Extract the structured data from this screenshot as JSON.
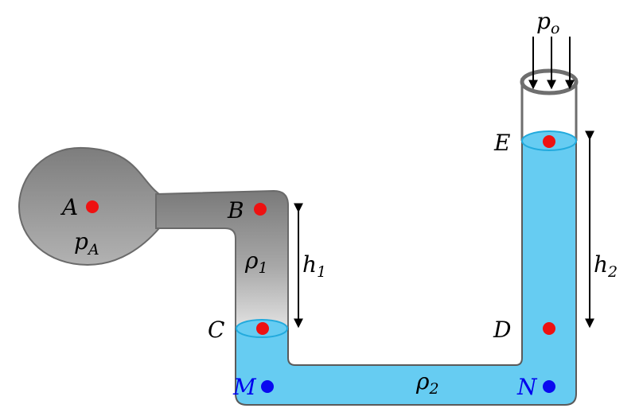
{
  "points": [
    {
      "id": "A",
      "label": "A",
      "color": "#ee1111"
    },
    {
      "id": "B",
      "label": "B",
      "color": "#ee1111"
    },
    {
      "id": "C",
      "label": "C",
      "color": "#ee1111"
    },
    {
      "id": "D",
      "label": "D",
      "color": "#ee1111"
    },
    {
      "id": "E",
      "label": "E",
      "color": "#ee1111"
    },
    {
      "id": "M",
      "label": "M",
      "color": "#0a0af0"
    },
    {
      "id": "N",
      "label": "N",
      "color": "#0a0af0"
    }
  ],
  "labels": {
    "pA": {
      "main": "p",
      "sub": "A"
    },
    "rho1": {
      "main": "ρ",
      "sub": "1"
    },
    "rho2": {
      "main": "ρ",
      "sub": "2"
    },
    "h1": {
      "main": "h",
      "sub": "1"
    },
    "h2": {
      "main": "h",
      "sub": "2"
    },
    "po": {
      "main": "p",
      "sub": "o"
    }
  },
  "colors": {
    "liquid": "#66ccf2",
    "liquid_edge": "#22aadd",
    "gas_dark": "#7f7f7f",
    "gas_light": "#dcdcdc",
    "wall": "#6e6e6e"
  }
}
